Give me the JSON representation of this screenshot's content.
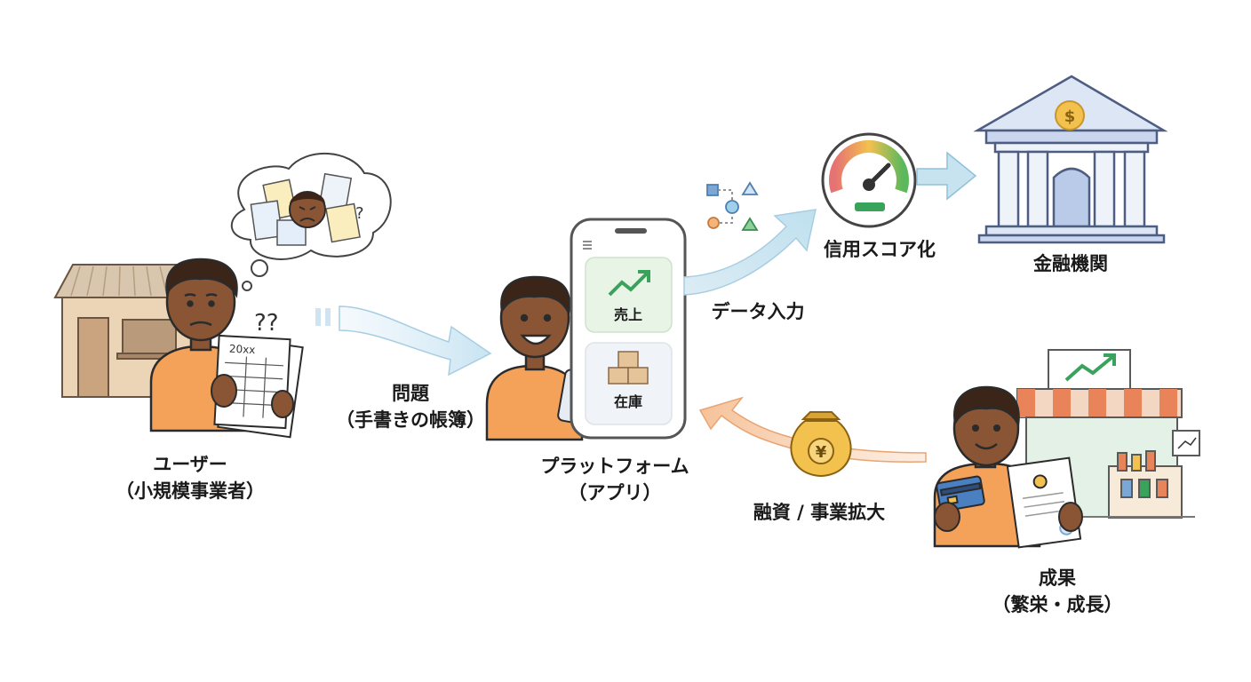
{
  "user": {
    "title": "ユーザー",
    "subtitle": "（小規模事業者）",
    "ledger_scribble": "20xx",
    "confusion": "??",
    "question": "?"
  },
  "problem": {
    "title": "問題",
    "subtitle": "（手書きの帳簿）"
  },
  "platform": {
    "title": "プラットフォーム",
    "subtitle": "（アプリ）",
    "sales_card": "売上",
    "inventory_card": "在庫"
  },
  "data_input": {
    "label": "データ入力"
  },
  "credit_score": {
    "label": "信用スコア化"
  },
  "bank": {
    "label": "金融機関",
    "coin_symbol": "$"
  },
  "financing": {
    "label": "融資 / 事業拡大",
    "bag_symbol": "¥"
  },
  "outcome": {
    "title": "成果",
    "subtitle": "（繁栄・成長）"
  },
  "colors": {
    "skin": "#8a5535",
    "shirt": "#f4a259",
    "outline": "#2b2b2b",
    "arrow_blue": "#cfe6f2",
    "arrow_orange": "#f6c49a",
    "accent_green": "#3aa35b",
    "bank": "#dde6f5",
    "coin": "#f2c14e"
  },
  "icons": [
    "shop-icon",
    "thought-bubble-icon",
    "ledger-icon",
    "phone-icon",
    "trend-up-icon",
    "boxes-icon",
    "data-shapes-icon",
    "gauge-icon",
    "bank-icon",
    "money-bag-icon",
    "credit-card-icon",
    "document-icon",
    "store-icon"
  ]
}
